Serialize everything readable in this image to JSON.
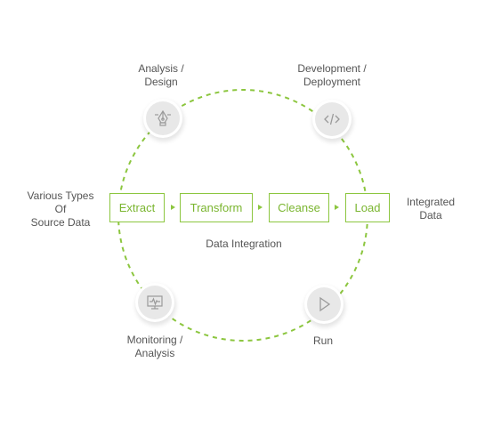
{
  "nodes": {
    "analysis_design": {
      "label": "Analysis /\nDesign",
      "icon": "pen-nib-icon"
    },
    "development_deployment": {
      "label": "Development /\nDeployment",
      "icon": "code-icon"
    },
    "monitoring_analysis": {
      "label": "Monitoring /\nAnalysis",
      "icon": "monitor-pulse-icon"
    },
    "run": {
      "label": "Run",
      "icon": "play-icon"
    }
  },
  "pipeline": {
    "steps": [
      "Extract",
      "Transform",
      "Cleanse",
      "Load"
    ],
    "caption": "Data Integration"
  },
  "source_label": "Various Types\nOf\nSource Data",
  "output_label": "Integrated\nData",
  "colors": {
    "accent": "#8cc63f",
    "icon_bg": "#e8e8e8",
    "icon_stroke": "#9a9a9a",
    "text": "#555555"
  }
}
